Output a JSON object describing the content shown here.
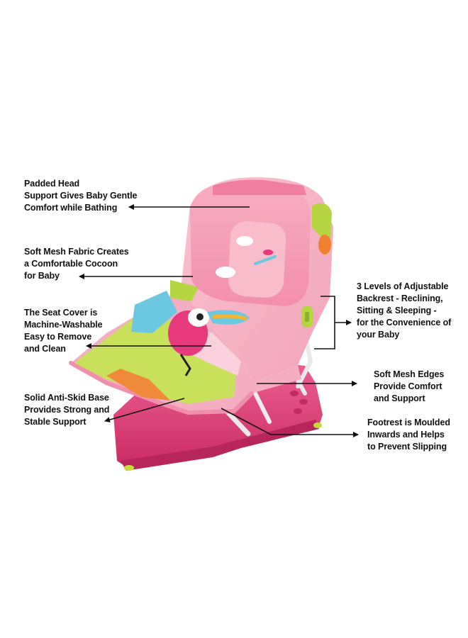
{
  "callouts": {
    "head_support": [
      "Padded Head",
      "Support Gives Baby Gentle",
      "Comfort while Bathing"
    ],
    "mesh_fabric": [
      "Soft Mesh Fabric Creates",
      "a Comfortable Cocoon",
      "for Baby"
    ],
    "seat_cover": [
      "The Seat Cover is",
      "Machine-Washable",
      "Easy to Remove",
      "and Clean"
    ],
    "anti_skid_base": [
      "Solid Anti-Skid Base",
      "Provides Strong and",
      "Stable Support"
    ],
    "backrest_levels": [
      "3 Levels of Adjustable",
      "Backrest - Reclining,",
      "Sitting & Sleeping -",
      "for the Convenience of",
      "your Baby"
    ],
    "mesh_edges": [
      "Soft Mesh Edges",
      "Provide Comfort",
      "and Support"
    ],
    "footrest": [
      "Footrest is Moulded",
      "Inwards and Helps",
      "to Prevent Slipping"
    ]
  },
  "colors": {
    "fabric_pink": "#f7b8c8",
    "cushion_pink": "#f49bb4",
    "base_magenta": "#e0427a",
    "toucan_body": "#e63a7c",
    "accent_green": "#b5d641",
    "accent_blue": "#6cc7e0",
    "frame_white": "#f4f4f4",
    "text": "#111111"
  }
}
